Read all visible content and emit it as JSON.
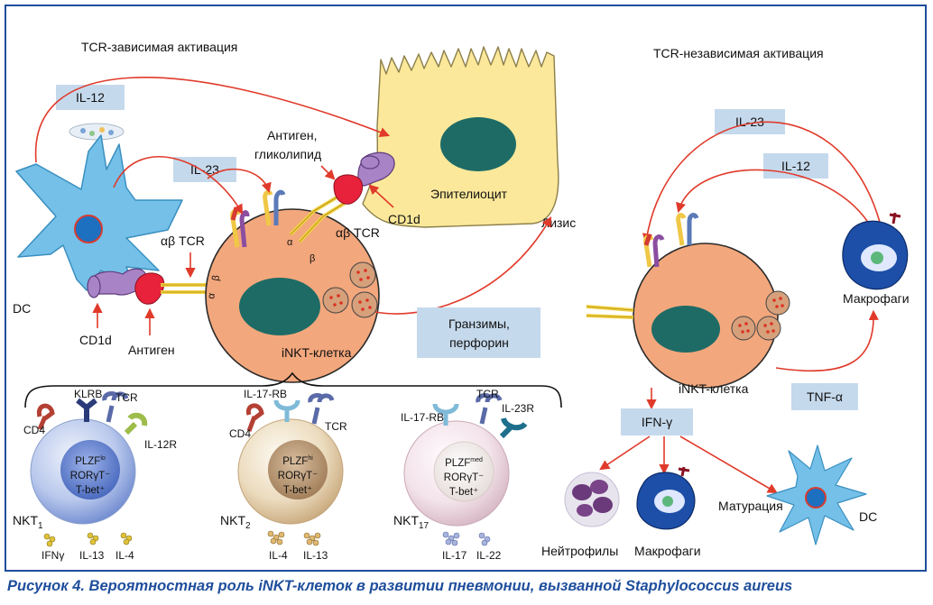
{
  "left": {
    "title": "TCR-зависимая активация",
    "il12": "IL-12",
    "il23": "IL-23",
    "dc": "DC",
    "cd1d_left": "CD1d",
    "antigen": "Антиген",
    "ab_tcr_left": "αβ TCR",
    "antigen_glycolipid_1": "Антиген,",
    "antigen_glycolipid_2": "гликолипид",
    "cd1d_epi": "CD1d",
    "ab_tcr_center": "αβ TCR",
    "alpha": "α",
    "beta": "β",
    "epithelial": "Эпителиоцит",
    "lysis": "Лизис",
    "granzymes_1": "Гранзимы,",
    "granzymes_2": "перфорин",
    "inkt": "iNKT-клетка"
  },
  "subsets": {
    "nkt1": {
      "name": "NKT",
      "sub": "1",
      "receptors": [
        "CD4",
        "KLRB",
        "TCR",
        "IL-12R"
      ],
      "tf1": "PLZF",
      "tf1_sup": "lo",
      "tf2": "RORγT⁻",
      "tf3": "T-bet⁺",
      "cytokines": [
        "IFNγ",
        "IL-13",
        "IL-4"
      ]
    },
    "nkt2": {
      "name": "NKT",
      "sub": "2",
      "receptors": [
        "IL-17-RB",
        "CD4",
        "TCR"
      ],
      "tf1": "PLZF",
      "tf1_sup": "hi",
      "tf2": "RORγT⁻",
      "tf3": "T-bet⁺",
      "cytokines": [
        "IL-4",
        "IL-13"
      ]
    },
    "nkt17": {
      "name": "NKT",
      "sub": "17",
      "receptors": [
        "IL-17-RB",
        "TCR",
        "IL-23R"
      ],
      "tf1": "PLZF",
      "tf1_sup": "med",
      "tf2": "RORγT⁻",
      "tf3": "T-bet⁺",
      "cytokines": [
        "IL-17",
        "IL-22"
      ]
    }
  },
  "right": {
    "title": "TCR-независимая активация",
    "il23": "IL-23",
    "il12": "IL-12",
    "macrophages": "Макрофаги",
    "inkt": "iNKT-клетка",
    "tnf": "TNF-α",
    "ifn": "IFN-γ",
    "neutrophils": "Нейтрофилы",
    "macrophages2": "Макрофаги",
    "maturation": "Матурация",
    "dc": "DC"
  },
  "caption": "Рисунок 4. Вероятностная роль iNKT-клеток в развитии пневмонии, вызванной Staphylococcus aureus",
  "colors": {
    "arrow": "#e03a2a",
    "label_box": "#c5d9ec",
    "cell": "#f3a77c",
    "nucleus": "#1e6b66",
    "dc": "#74c0e8",
    "epithelial": "#fbe89a",
    "border": "#1f4e9c"
  }
}
